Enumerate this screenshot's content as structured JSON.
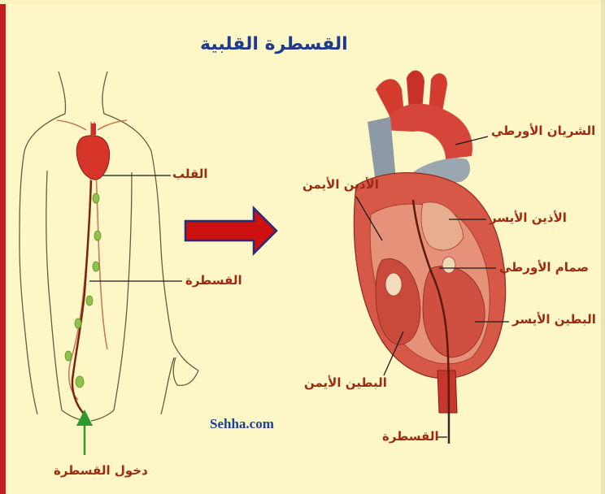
{
  "title": "القسطرة القلبية",
  "watermark": "Sehha.com",
  "body_labels": {
    "heart": "القلب",
    "catheter": "القسطرة",
    "entry": "دخول القسطرة"
  },
  "heart_labels": {
    "aorta": "الشريان الأورطي",
    "right_atrium": "الأذين الأيمن",
    "left_atrium": "الأذين الأيسر",
    "aortic_valve": "صمام الأورطي",
    "left_ventricle": "البطين الأيسر",
    "right_ventricle": "البطين الأيمن",
    "catheter": "القسطرة"
  },
  "colors": {
    "background": "#fdf7c8",
    "label": "#9c2b12",
    "title": "#1f3a8a",
    "arrow": "#cc1010"
  }
}
